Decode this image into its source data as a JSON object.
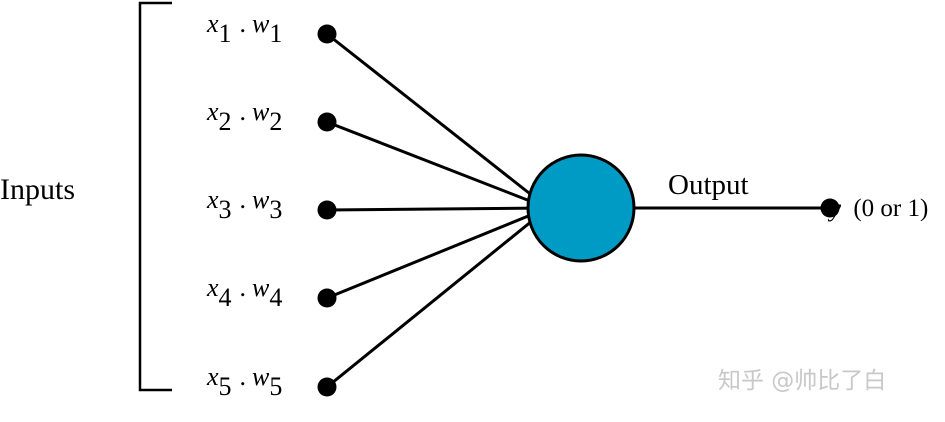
{
  "diagram": {
    "group_label": "Inputs",
    "inputs": [
      {
        "x": "x",
        "xi": "1",
        "dot": ".",
        "w": "w",
        "wi": "1"
      },
      {
        "x": "x",
        "xi": "2",
        "dot": ".",
        "w": "w",
        "wi": "2"
      },
      {
        "x": "x",
        "xi": "3",
        "dot": ".",
        "w": "w",
        "wi": "3"
      },
      {
        "x": "x",
        "xi": "4",
        "dot": ".",
        "w": "w",
        "wi": "4"
      },
      {
        "x": "x",
        "xi": "5",
        "dot": ".",
        "w": "w",
        "wi": "5"
      }
    ],
    "output_label": "Output",
    "result": {
      "var": "y",
      "note": "(0 or 1)"
    },
    "neuron_color": "#009bc4",
    "watermark": "知乎 @帅比了白"
  }
}
